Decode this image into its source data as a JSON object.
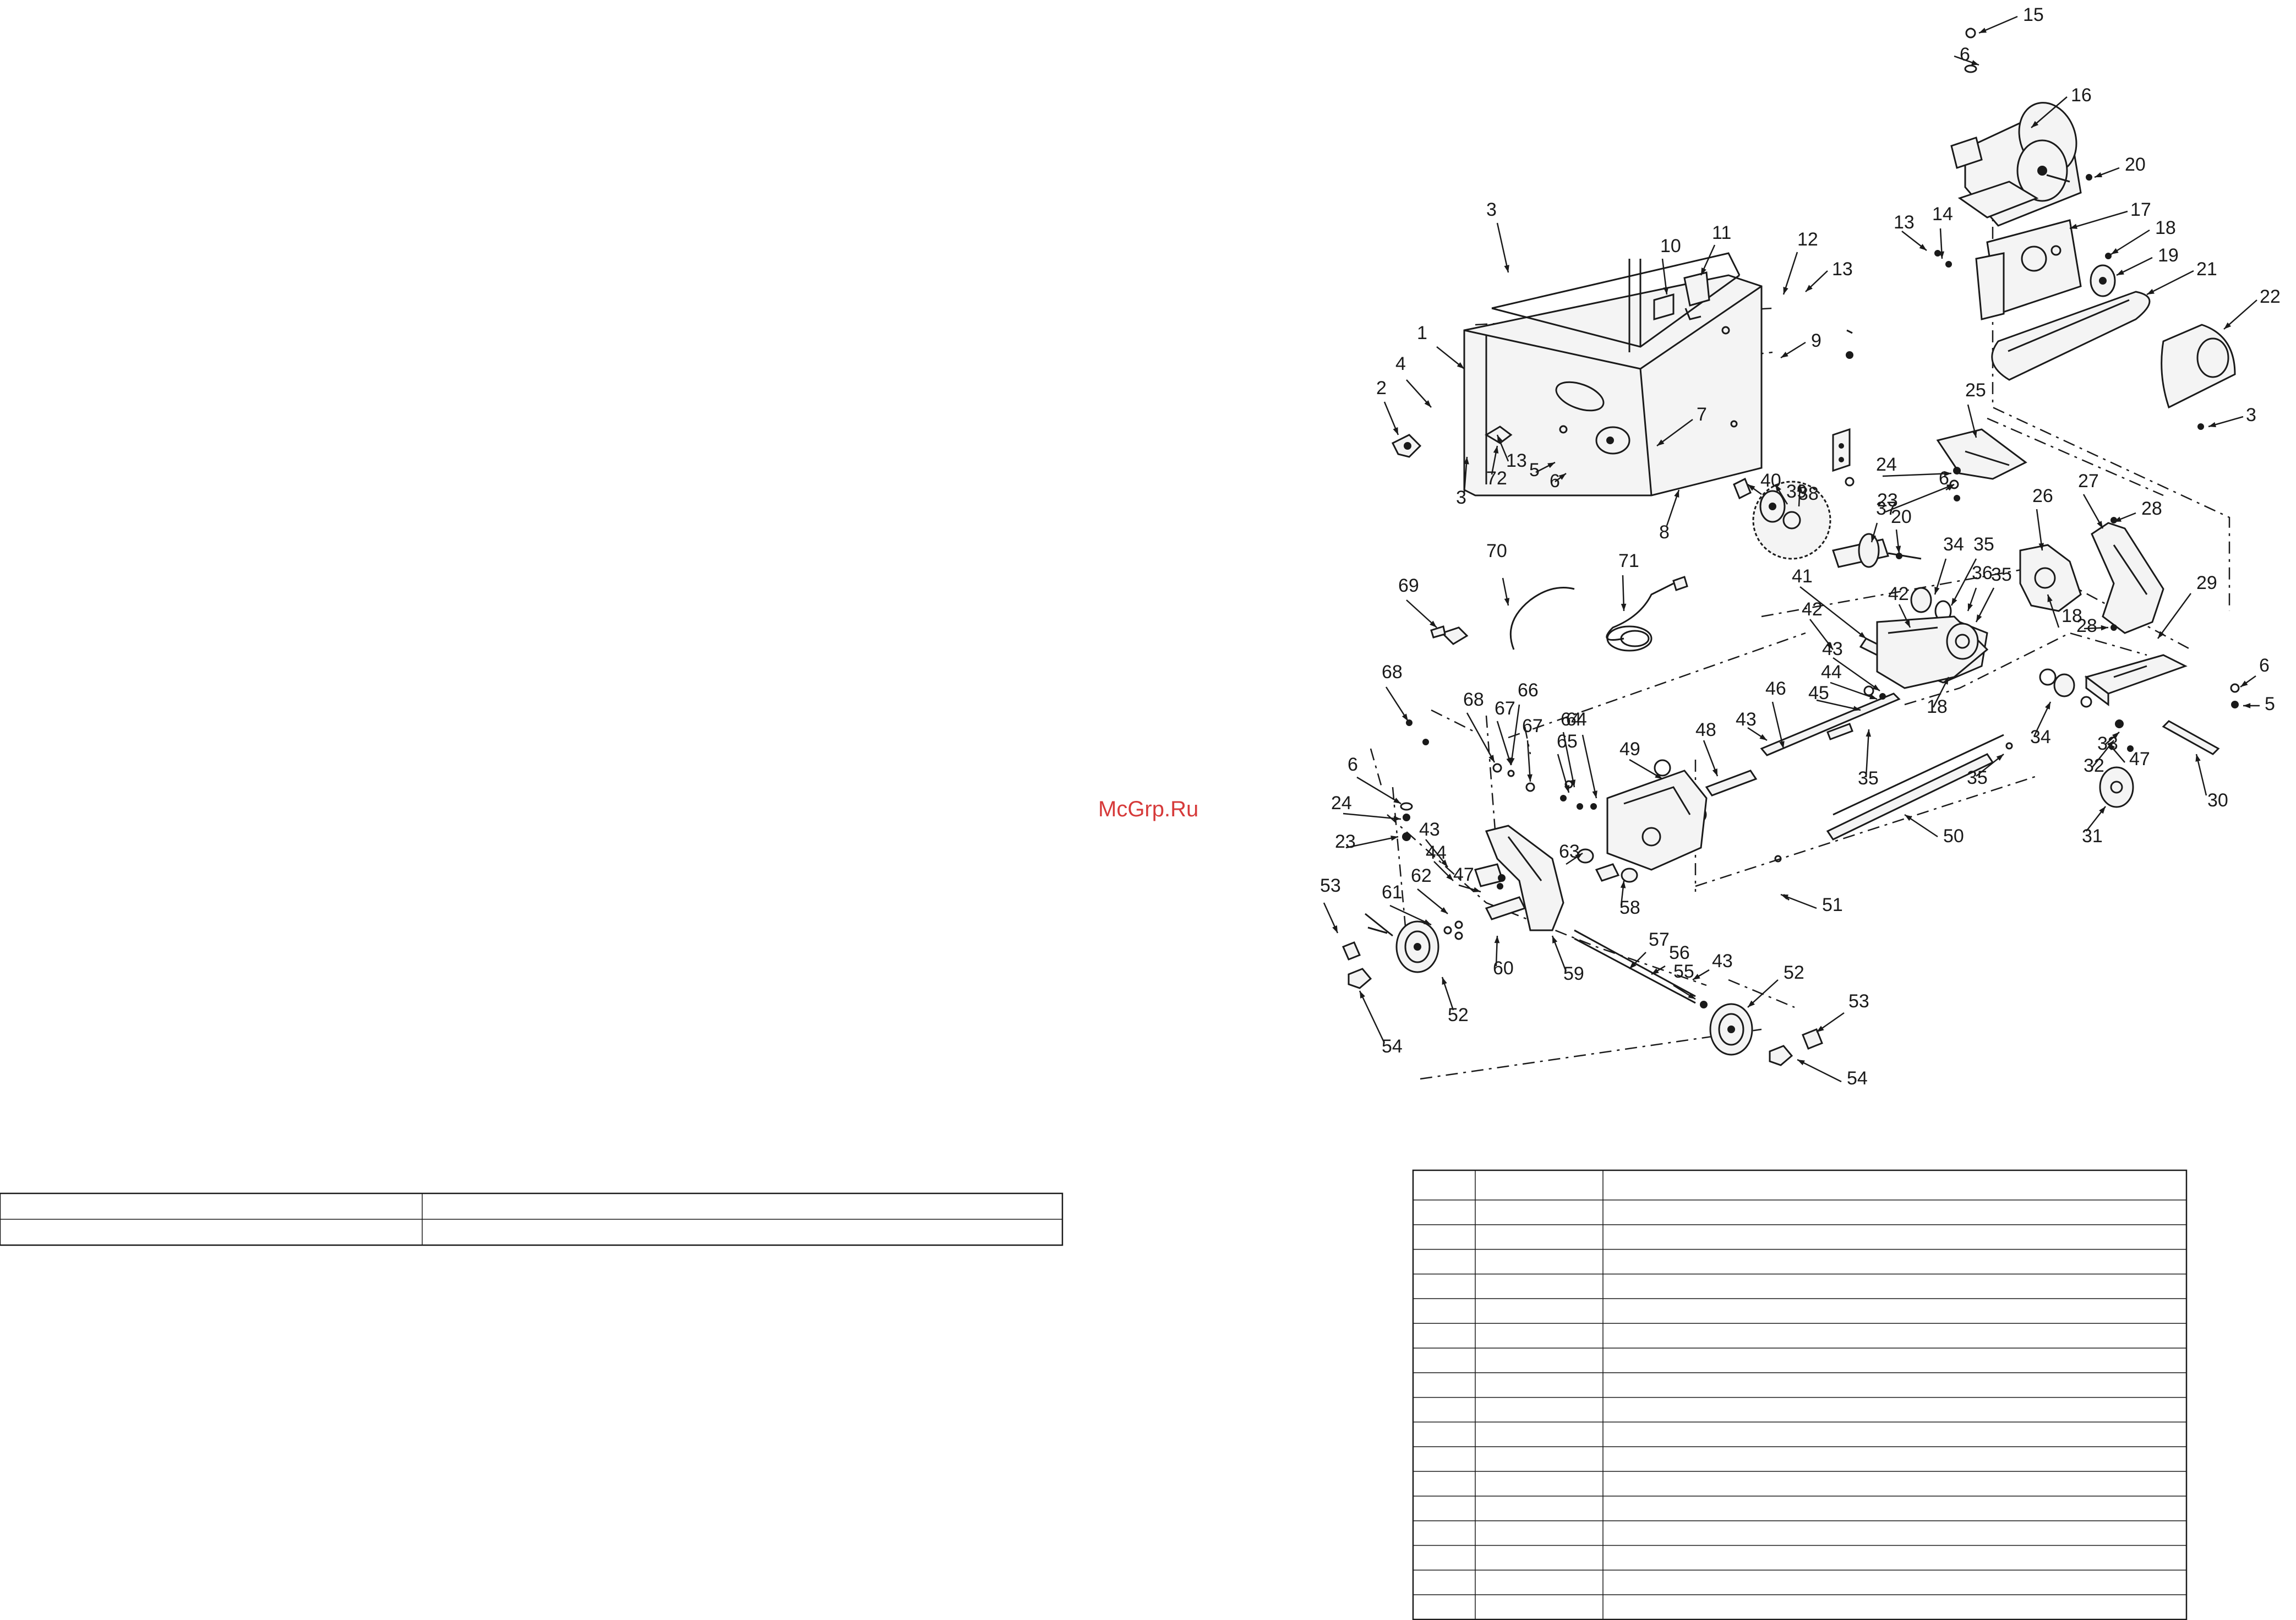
{
  "watermark": "McGrp.Ru",
  "callouts": [
    "1",
    "2",
    "3",
    "4",
    "5",
    "6",
    "7",
    "8",
    "9",
    "10",
    "11",
    "12",
    "13",
    "14",
    "15",
    "16",
    "17",
    "18",
    "19",
    "20",
    "21",
    "22",
    "23",
    "24",
    "25",
    "26",
    "27",
    "28",
    "29",
    "30",
    "31",
    "32",
    "33",
    "34",
    "35",
    "36",
    "37",
    "38",
    "39",
    "40",
    "41",
    "42",
    "43",
    "44",
    "45",
    "46",
    "47",
    "48",
    "49",
    "50",
    "51",
    "52",
    "53",
    "54",
    "55",
    "56",
    "57",
    "58",
    "59",
    "60",
    "61",
    "62",
    "63",
    "64",
    "65",
    "66",
    "67",
    "68",
    "69",
    "70",
    "71",
    "72"
  ],
  "left_table": {
    "rows": 2,
    "columns": 2
  },
  "parts_list_table": {
    "rows": 18,
    "columns": 3
  }
}
